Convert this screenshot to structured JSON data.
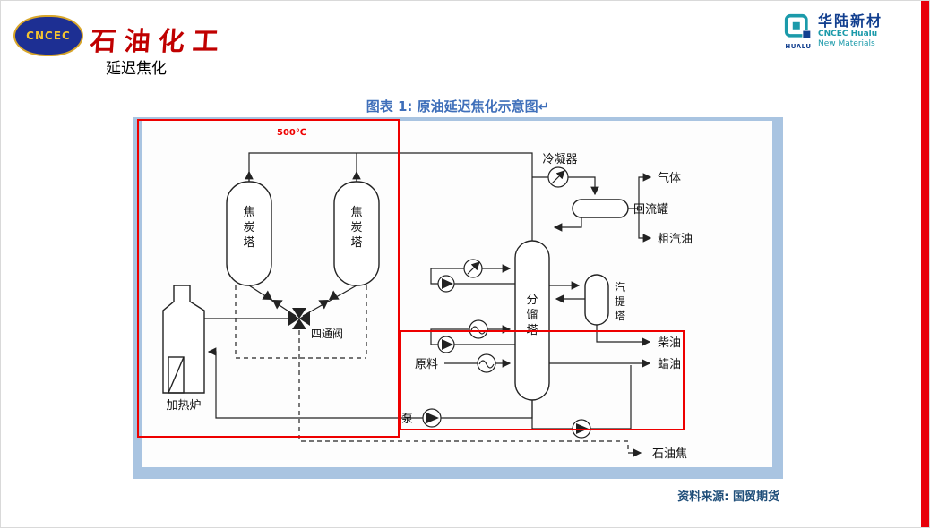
{
  "header": {
    "cncec_logo_text": "CNCEC",
    "brand_name": "石油化工",
    "page_title": "延迟焦化",
    "hualu": {
      "cn": "华陆新材",
      "en": "CNCEC Hualu",
      "en2": "New Materials",
      "mark": "HUALU"
    }
  },
  "figure": {
    "caption": "图表 1: 原油延迟焦化示意图↵",
    "annotation_temp": "500℃",
    "source": "资料来源: 国贸期货"
  },
  "diagram": {
    "labels": {
      "coke_drum_1": "焦炭塔",
      "coke_drum_2": "焦炭塔",
      "fractionator": "分馏塔",
      "stripper": "汽提塔",
      "furnace": "加热炉",
      "four_way_valve": "四通阀",
      "condenser": "冷凝器",
      "reflux_drum": "回流罐",
      "gas": "气体",
      "naphtha": "粗汽油",
      "diesel": "柴油",
      "wax_oil": "蜡油",
      "feed": "原料",
      "pump": "泵",
      "petroleum_coke": "石油焦"
    }
  },
  "colors": {
    "highlight_red": "#ee0000",
    "frame_blue": "#a9c4e1",
    "caption_blue": "#3f6fba",
    "source_blue": "#1f4e79",
    "brand_red": "#c00000",
    "hualu_teal": "#1b9aaa",
    "hualu_navy": "#123f8f"
  }
}
